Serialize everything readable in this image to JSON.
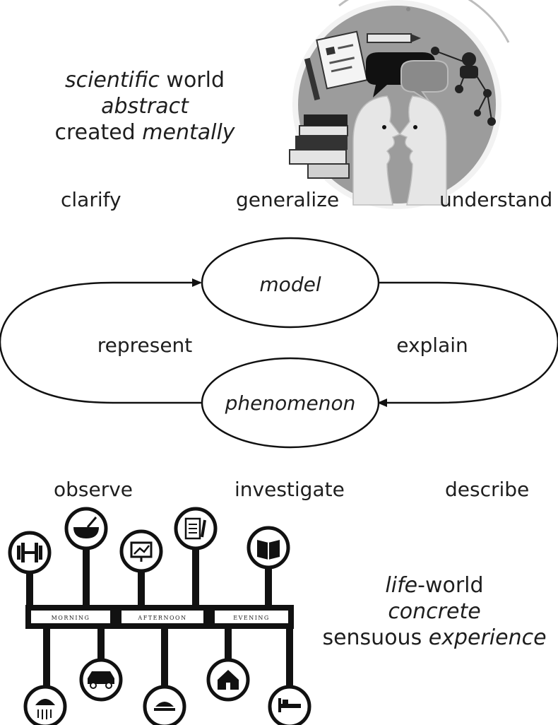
{
  "scientific_world": {
    "line1_italic": "scientific",
    "line1_rest": " world",
    "line2": "abstract",
    "line3_plain": "created ",
    "line3_italic": "mentally"
  },
  "abstraction_verbs": [
    "clarify",
    "generalize",
    "understand"
  ],
  "cycle": {
    "top_node": "model",
    "bottom_node": "phenomenon",
    "left_arc": "represent",
    "right_arc": "explain"
  },
  "observation_verbs": [
    "observe",
    "investigate",
    "describe"
  ],
  "life_world": {
    "line1_italic": "life",
    "line1_rest": "-world",
    "line2": "concrete",
    "line3_plain": "sensuous ",
    "line3_italic": "experience"
  },
  "timeline": {
    "segments": [
      "MORNING",
      "AFTERNOON",
      "EVENING"
    ],
    "icons": [
      "dumbbell-icon",
      "bowl-icon",
      "presentation-icon",
      "document-icon",
      "book-icon",
      "shower-icon",
      "car-icon",
      "meal-icon",
      "house-icon",
      "bed-icon"
    ]
  },
  "colors": {
    "line": "#111111",
    "illustration_gray": "#9a9a9a",
    "figure_light": "#e6e6e6"
  }
}
